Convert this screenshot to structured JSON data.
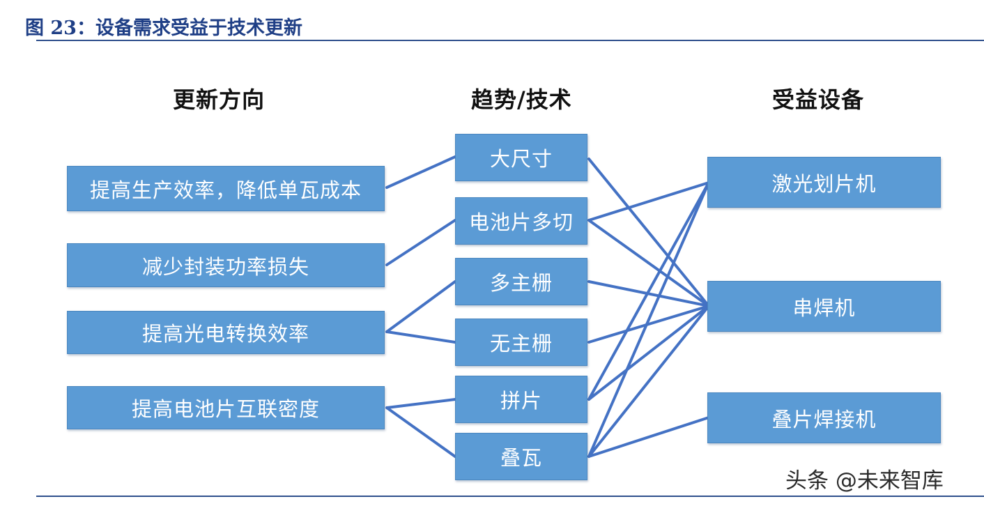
{
  "figure_title": "图 23：设备需求受益于技术更新",
  "columns": {
    "directions": "更新方向",
    "trends": "趋势/技术",
    "equipment": "受益设备"
  },
  "directions": [
    "提高生产效率，降低单瓦成本",
    "减少封装功率损失",
    "提高光电转换效率",
    "提高电池片互联密度"
  ],
  "trends": [
    "大尺寸",
    "电池片多切",
    "多主栅",
    "无主栅",
    "拼片",
    "叠瓦"
  ],
  "equipment": [
    "激光划片机",
    "串焊机",
    "叠片焊接机"
  ],
  "links_direction_to_trend": [
    [
      0,
      0
    ],
    [
      1,
      1
    ],
    [
      2,
      2
    ],
    [
      2,
      3
    ],
    [
      3,
      4
    ],
    [
      3,
      5
    ]
  ],
  "links_trend_to_equipment": [
    [
      0,
      1
    ],
    [
      1,
      0
    ],
    [
      1,
      1
    ],
    [
      2,
      1
    ],
    [
      3,
      1
    ],
    [
      4,
      0
    ],
    [
      4,
      1
    ],
    [
      5,
      0
    ],
    [
      5,
      1
    ],
    [
      5,
      2
    ]
  ],
  "colors": {
    "box": "#5b9bd5",
    "line": "#4472c4",
    "title": "#1f3f86"
  },
  "watermark": "头条 @未来智库"
}
